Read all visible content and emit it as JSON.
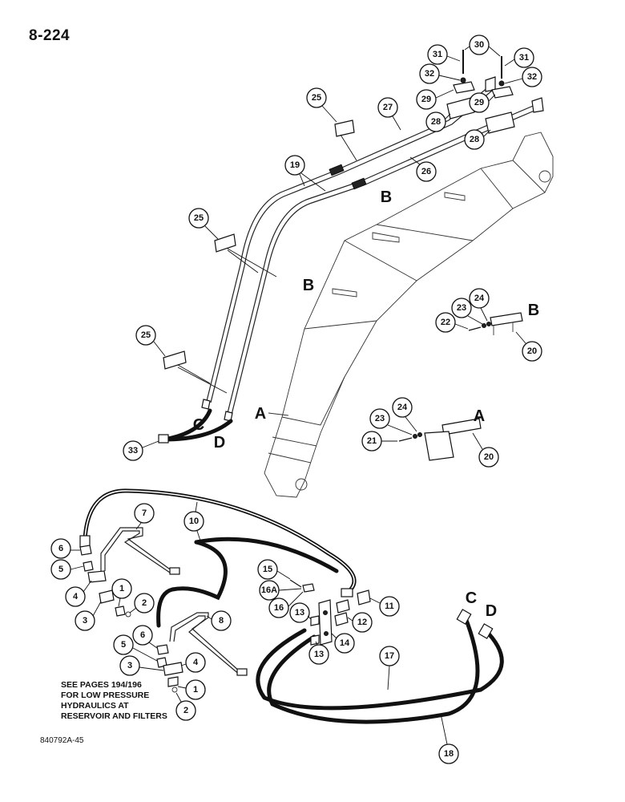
{
  "page": {
    "number": "8-224",
    "doc_code": "840792A-45",
    "note_lines": [
      "SEE PAGES 194/196",
      "FOR LOW PRESSURE",
      "HYDRAULICS AT",
      "RESERVOIR AND FILTERS"
    ]
  },
  "letters": {
    "a": "A",
    "b": "B",
    "c": "C",
    "d": "D"
  },
  "callouts": {
    "n1": "1",
    "n2": "2",
    "n3": "3",
    "n4": "4",
    "n5": "5",
    "n6": "6",
    "n7": "7",
    "n8": "8",
    "n10": "10",
    "n11": "11",
    "n12": "12",
    "n13": "13",
    "n14": "14",
    "n15": "15",
    "n16": "16",
    "n16a": "16A",
    "n17": "17",
    "n18": "18",
    "n19": "19",
    "n20": "20",
    "n21": "21",
    "n22": "22",
    "n23": "23",
    "n24": "24",
    "n25": "25",
    "n26": "26",
    "n27": "27",
    "n28": "28",
    "n29": "29",
    "n30": "30",
    "n31": "31",
    "n32": "32",
    "n33": "33"
  }
}
